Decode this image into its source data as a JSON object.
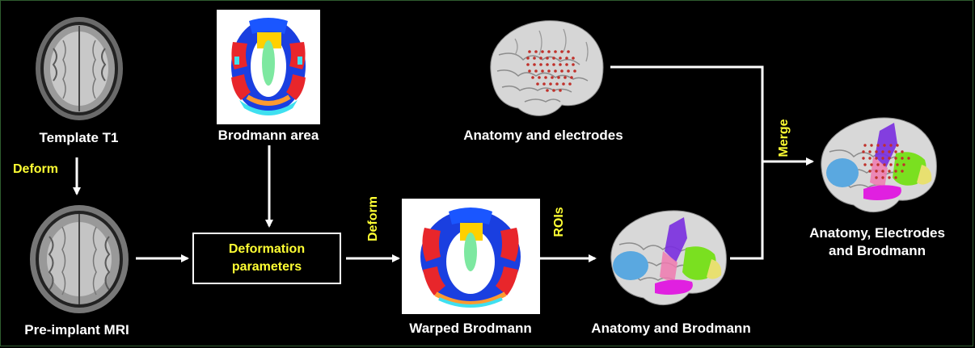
{
  "colors": {
    "background": "#000000",
    "label": "#ffffff",
    "step_label": "#ffff33",
    "arrow": "#ffffff"
  },
  "labels": {
    "template_t1": "Template T1",
    "pre_implant_mri": "Pre-implant MRI",
    "brodmann_area": "Brodmann area",
    "warped_brodmann": "Warped Brodmann",
    "anatomy_electrodes": "Anatomy and electrodes",
    "anatomy_brodmann": "Anatomy and Brodmann",
    "merged_line1": "Anatomy, Electrodes",
    "merged_line2": "and Brodmann"
  },
  "steps": {
    "deform_left": "Deform",
    "deform_center": "Deform",
    "rois": "ROIs",
    "merge": "Merge"
  },
  "box": {
    "line1": "Deformation",
    "line2": "parameters"
  }
}
